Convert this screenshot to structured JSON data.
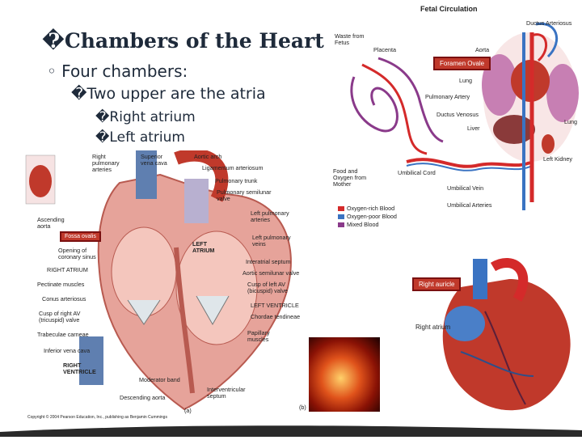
{
  "slide": {
    "bullets": {
      "l1": "�Chambers of the Heart",
      "l2": "◦ Four chambers:",
      "l3": "�Two upper are the atria",
      "l4": "�Right atrium",
      "l5": "�Left atrium"
    }
  },
  "fetal": {
    "title": "Fetal Circulation",
    "labels": {
      "ductus": "Ductus Arteriosus",
      "waste": "Waste from\nFetus",
      "placenta": "Placenta",
      "aorta": "Aorta",
      "lung1": "Lung",
      "pulm_artery": "Pulmonary Artery",
      "ductus_venosus": "Ductus Venosus",
      "liver": "Liver",
      "lung2": "Lung",
      "left_kidney": "Left Kidney",
      "food": "Food and\nOxygen from\nMother",
      "umb_cord": "Umbilical Cord",
      "umb_vein": "Umbilical Vein",
      "umb_arteries": "Umbilical Arteries"
    },
    "callout": "Foramen Ovale",
    "legend": [
      {
        "label": "Oxygen-rich Blood",
        "color": "#d42a2a"
      },
      {
        "label": "Oxygen-poor Blood",
        "color": "#3a73c2"
      },
      {
        "label": "Mixed Blood",
        "color": "#8a3a8a"
      }
    ]
  },
  "heart": {
    "labels": {
      "right_pulm": "Right\npulmonary\narteries",
      "superior_vc": "Superior\nvena cava",
      "aortic_arch": "Aortic arch",
      "lig_art": "Ligamentum arteriosum",
      "pulm_trunk": "Pulmonary trunk",
      "pulm_valve": "Pulmonary semilunar\nvalve",
      "left_pulm_art": "Left pulmonary\narteries",
      "asc_aorta": "Ascending\naorta",
      "left_pulm_veins": "Left pulmonary\nveins",
      "left_atrium": "LEFT\nATRIUM",
      "opening_cs": "Opening of\ncoronary sinus",
      "right_atrium": "RIGHT ATRIUM",
      "interatrial": "Interatrial septum",
      "aortic_valve": "Aortic semilunar valve",
      "pectinate": "Pectinate muscles",
      "cusp_left": "Cusp of left AV\n(bicuspid) valve",
      "conus": "Conus arteriosus",
      "left_ventricle": "LEFT VENTRICLE",
      "cusp_right": "Cusp of right AV\n(tricuspid) valve",
      "chordae": "Chordae tendineae",
      "trabeculae": "Trabeculae carneae",
      "papillary": "Papillary\nmuscles",
      "inferior_vc": "Inferior vena cava",
      "right_ventricle": "RIGHT\nVENTRICLE",
      "moderator": "Moderator band",
      "interventricular": "Interventricular\nseptum",
      "desc_aorta": "Descending aorta",
      "panel_a": "(a)",
      "panel_b": "(b)",
      "copyright": "Copyright © 2004 Pearson Education, Inc., publishing as Benjamin Cummings"
    },
    "callout": "Fossa ovalis"
  },
  "auricle": {
    "callout": "Right auricle",
    "label": "Right atrium"
  }
}
